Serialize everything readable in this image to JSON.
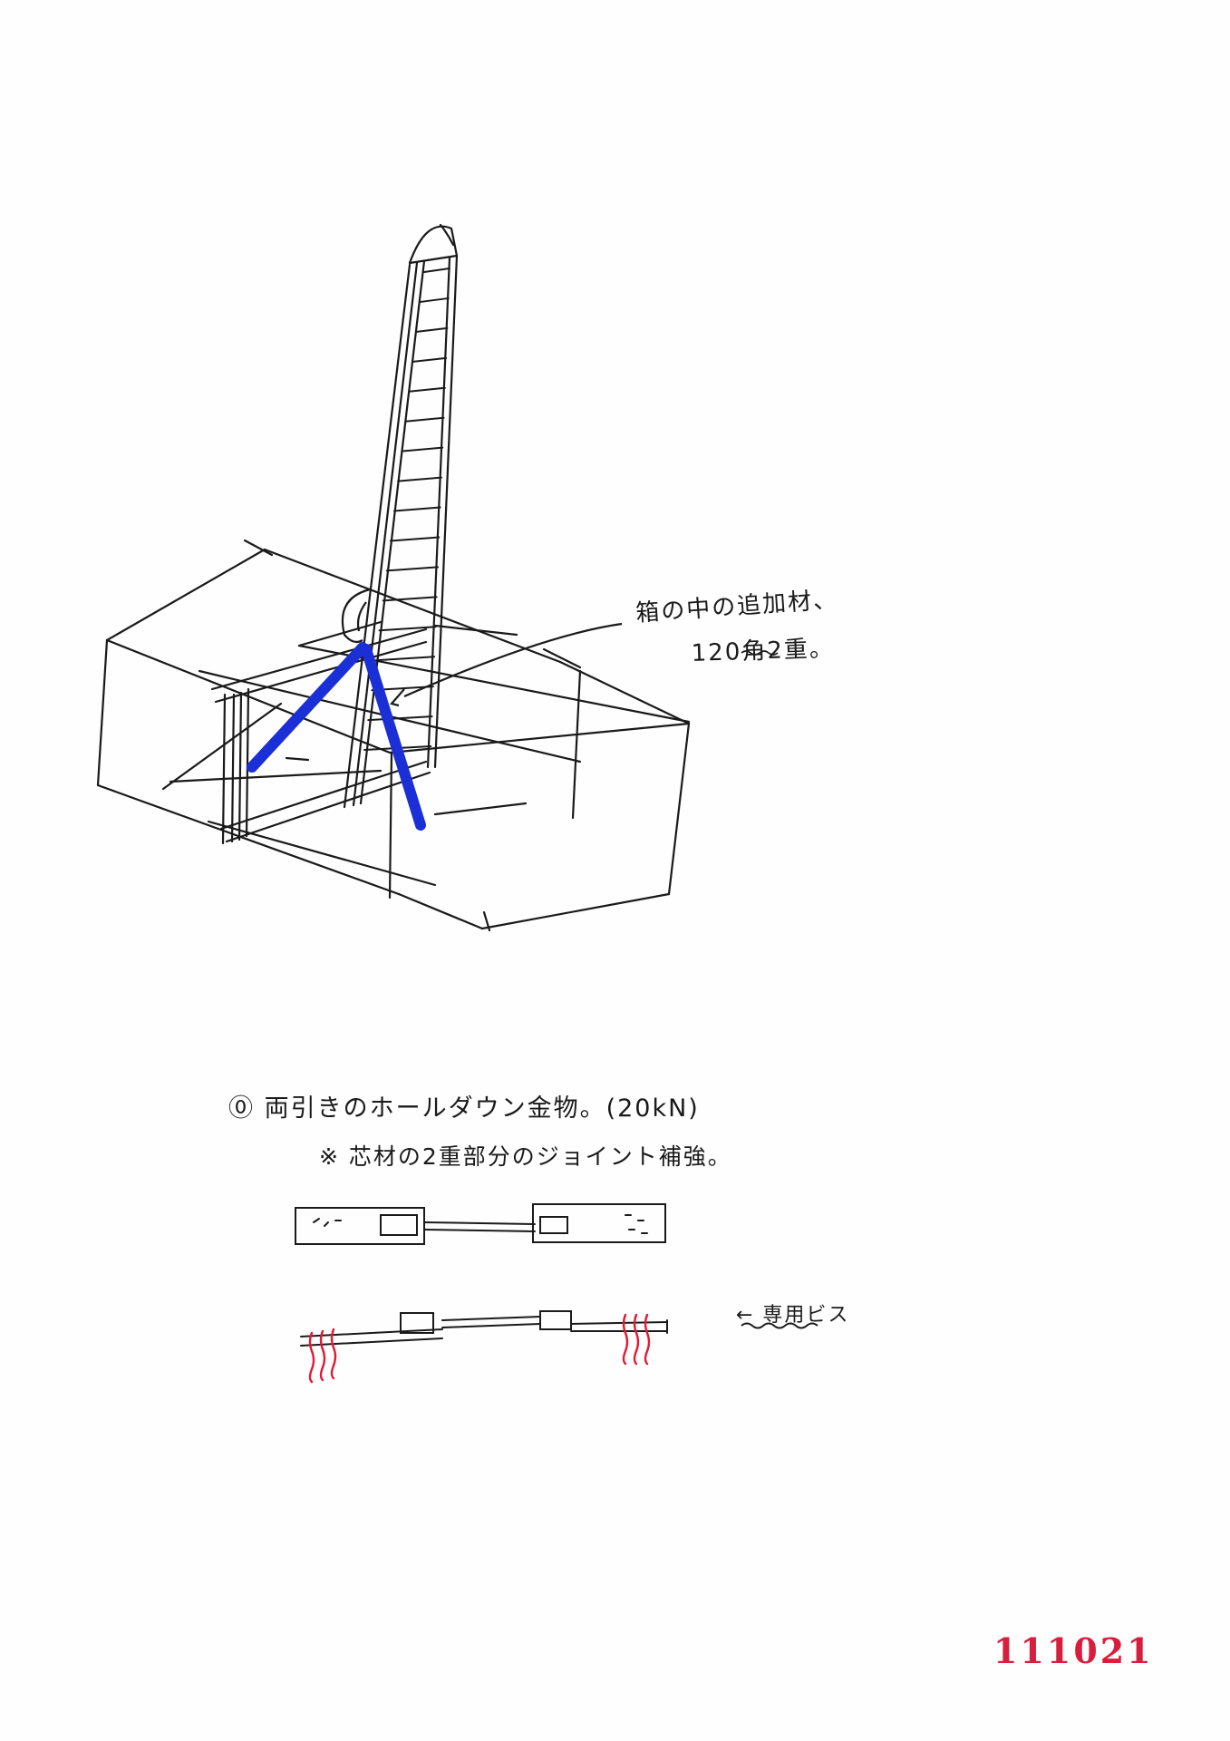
{
  "sketch": {
    "annotation_line1": "箱の中の追加材、",
    "annotation_line2": "120角2重。"
  },
  "notes": {
    "item1": "⓪ 両引きのホールダウン金物。(20kN)",
    "item2": "※ 芯材の2重部分のジョイント補強。",
    "screw_label": "← 専用ビス"
  },
  "stamp": {
    "number": "111021"
  },
  "colors": {
    "ink": "#1a1a1a",
    "brace_blue": "#1a2fd6",
    "screw_red": "#e01b35",
    "stamp_red": "#d81e3c"
  }
}
